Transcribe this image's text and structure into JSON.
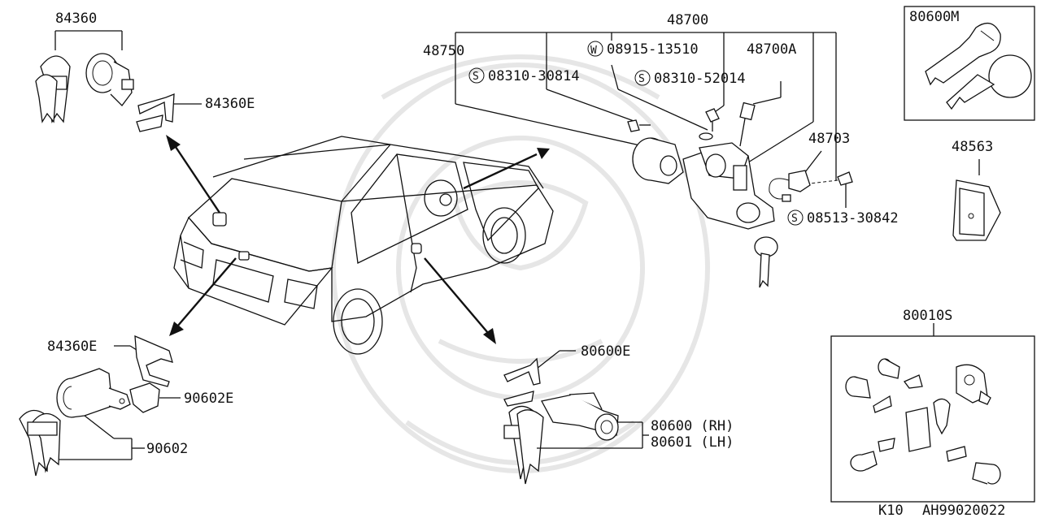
{
  "labels": {
    "p84360": "84360",
    "p84360E_top": "84360E",
    "p84360E_bottom": "84360E",
    "p90602E": "90602E",
    "p90602": "90602",
    "p48700": "48700",
    "p48750": "48750",
    "p08915": "08915-13510",
    "p48700A": "48700A",
    "p08310_30814": "08310-30814",
    "p08310_52014": "08310-52014",
    "p48703": "48703",
    "p08513": "08513-30842",
    "p80600M": "80600M",
    "p48563": "48563",
    "p80010S": "80010S",
    "p80600E": "80600E",
    "p80600": "80600 (RH)",
    "p80601": "80601 (LH)",
    "model": "K10",
    "ref": "AH99020022"
  },
  "prefix_marks": {
    "w": "W",
    "s1": "S",
    "s2": "S",
    "s3": "S"
  }
}
